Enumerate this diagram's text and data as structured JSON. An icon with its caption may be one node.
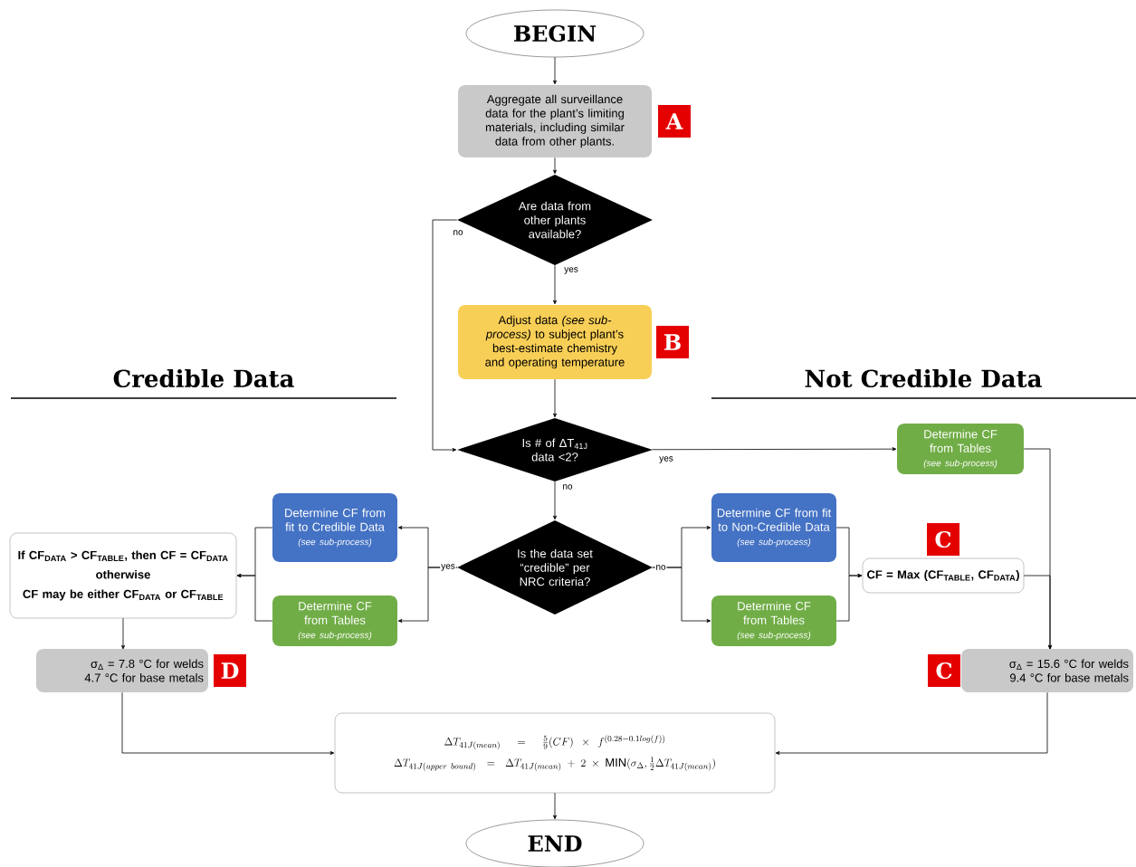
{
  "diagram": {
    "nodes": [
      {
        "text": [
          "BEGIN"
        ]
      },
      {
        "text": [
          "Aggregate all surveillance data for the plant’s limiting materials, including similar data from other plants."
        ],
        "beside": [
          "A"
        ]
      },
      {
        "text": [
          "Are data from other plants available?"
        ]
      },
      {
        "text": [
          "Adjust data *(see sub-process)* to subject plant’s best-estimate chemistry and operating temperature"
        ],
        "beside": [
          "B"
        ]
      },
      {
        "text": [
          "Is # of ΔT$_{41J}$ data <2?"
        ]
      },
      {
        "text": [
          "Determine CF from Tables",
          "(see sub-process)"
        ]
      },
      {
        "text": [
          "Is the data set “credible” per NRC criteria?"
        ]
      },
      {
        "text": [
          "Determine CF from fit to Credible Data",
          "(see sub-process)"
        ]
      },
      {
        "text": [
          "Determine CF from Tables",
          "(see sub-process)"
        ]
      },
      {
        "text": [
          "Determine CF from fit to Non-Credible Data",
          "(see sub-process)"
        ]
      },
      {
        "text": [
          "Determine CF from Tables",
          "(see sub-process)"
        ]
      },
      {
        "text": [
          "CF = Max (CF$_{TABLE}$, CF$_{DATA}$)"
        ],
        "beside": [
          "C"
        ]
      },
      {
        "text": [
          "If CF$_{DATA}$ > CF$_{TABLE}$, then CF = CF$_{DATA}$",
          "otherwise",
          "CF may be either CF$_{DATA}$ or CF$_{TABLE}$"
        ]
      },
      {
        "text": [
          "σ$_{Δ}$ = 7.8 °C for welds",
          "4.7 °C for base metals"
        ],
        "beside": [
          "D"
        ]
      },
      {
        "text": [
          "σ$_{Δ}$ = 15.6 °C for welds",
          "9.4 °C for base metals"
        ],
        "beside": [
          "C"
        ]
      },
      {
        "text": [
          "\\Delta T_{41J(mean)} = \\frac{5}{9}(CF)\\times f^{(0.28-0.1log(f))}",
          "\\Delta T_{41J(upper\\ bound)} = \\Delta T_{41J(mean)} + 2\\times \\mathrm{MIN}(\\sigma_{\\Delta}, \\frac{1}{2}\\Delta T_{41J(mean)})"
        ]
      },
      {
        "text": [
          "END"
        ]
      }
    ],
    "edges": [
      {
        "from": 0,
        "to": 1,
        "arrow": "to"
      },
      {
        "from": 1,
        "to": 2,
        "arrow": "to"
      },
      {
        "from": 2,
        "to": 3,
        "arrow": "to",
        "label": "yes"
      },
      {
        "from": 2,
        "to": 4,
        "arrow": "to",
        "label": "no"
      },
      {
        "from": 3,
        "to": 4,
        "arrow": "to"
      },
      {
        "from": 4,
        "to": 5,
        "arrow": "to",
        "label": "yes"
      },
      {
        "from": 4,
        "to": 6,
        "arrow": "to",
        "label": "no"
      },
      {
        "from": 6,
        "to": 7,
        "arrow": "to",
        "label": "yes"
      },
      {
        "from": 6,
        "to": 8,
        "arrow": "to"
      },
      {
        "from": 6,
        "to": 9,
        "arrow": "to",
        "label": "no"
      },
      {
        "from": 6,
        "to": 10,
        "arrow": "to"
      },
      {
        "from": 7,
        "to": 12,
        "arrow": "to"
      },
      {
        "from": 8,
        "to": 12,
        "arrow": "to"
      },
      {
        "from": 9,
        "to": 11,
        "arrow": "to"
      },
      {
        "from": 10,
        "to": 11,
        "arrow": "to"
      },
      {
        "from": 5,
        "to": 14,
        "arrow": "to"
      },
      {
        "from": 11,
        "to": 14,
        "arrow": "to"
      },
      {
        "from": 12,
        "to": 13,
        "arrow": "to"
      },
      {
        "from": 13,
        "to": 15,
        "arrow": "to"
      },
      {
        "from": 14,
        "to": 15,
        "arrow": "to"
      },
      {
        "from": 15,
        "to": 16,
        "arrow": "to"
      }
    ],
    "labels": [
      "Credible Data",
      "Not Credible Data"
    ]
  }
}
